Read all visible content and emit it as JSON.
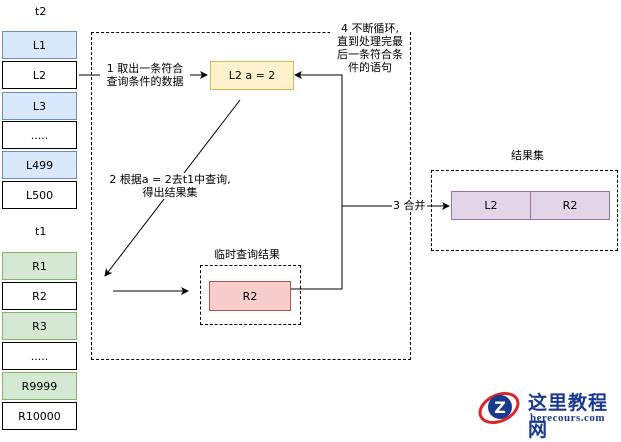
{
  "tables": {
    "t2": {
      "label": "t2",
      "rows": [
        "L1",
        "L2",
        "L3",
        ".....",
        "L499",
        "L500"
      ]
    },
    "t1": {
      "label": "t1",
      "rows": [
        "R1",
        "R2",
        "R3",
        ".....",
        "R9999",
        "R10000"
      ]
    }
  },
  "steps": {
    "step1_line1": "1 取出一条符合",
    "step1_line2": "查询条件的数据",
    "step2_line1": "2 根据a = 2去t1中查询,",
    "step2_line2": "得出结果集",
    "step3": "3 合并",
    "step4_line1": "4 不断循环,",
    "step4_line2": "直到处理完最",
    "step4_line3": "后一条符合条",
    "step4_line4": "件的语句"
  },
  "nodes": {
    "current_row": "L2 a = 2",
    "temp_result_title": "临时查询结果",
    "temp_result_value": "R2",
    "result_set_title": "结果集",
    "result_left": "L2",
    "result_right": "R2"
  },
  "watermark": {
    "title": "这里教程网",
    "url": "herecours.com"
  },
  "colors": {
    "blue_fill": "#dae8fc",
    "green_fill": "#d5e8d4",
    "yellow_fill": "#fff2cc",
    "red_fill": "#f8cecc",
    "purple_fill": "#e1d5e7",
    "logo_blue": "#1a3a8f",
    "logo_red": "#d62828"
  }
}
